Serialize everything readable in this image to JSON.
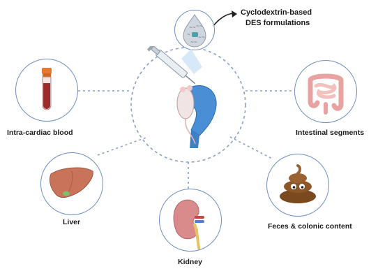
{
  "title": {
    "line1": "Cyclodextrin-based",
    "line2": "DES formulations"
  },
  "samples": {
    "blood": "Intra-cardiac blood",
    "intestine": "Intestinal segments",
    "liver": "Liver",
    "kidney": "Kidney",
    "feces": "Feces & colonic content"
  },
  "colors": {
    "circle_stroke": "#6f8fbf",
    "dashed_line": "#8aa0c4",
    "glove": "#4a8fd6",
    "blood": "#9c2b2b",
    "liver": "#c9745a",
    "kidney": "#d98a8a",
    "intestine": "#e6a3a0",
    "feces": "#7a4a1e"
  }
}
